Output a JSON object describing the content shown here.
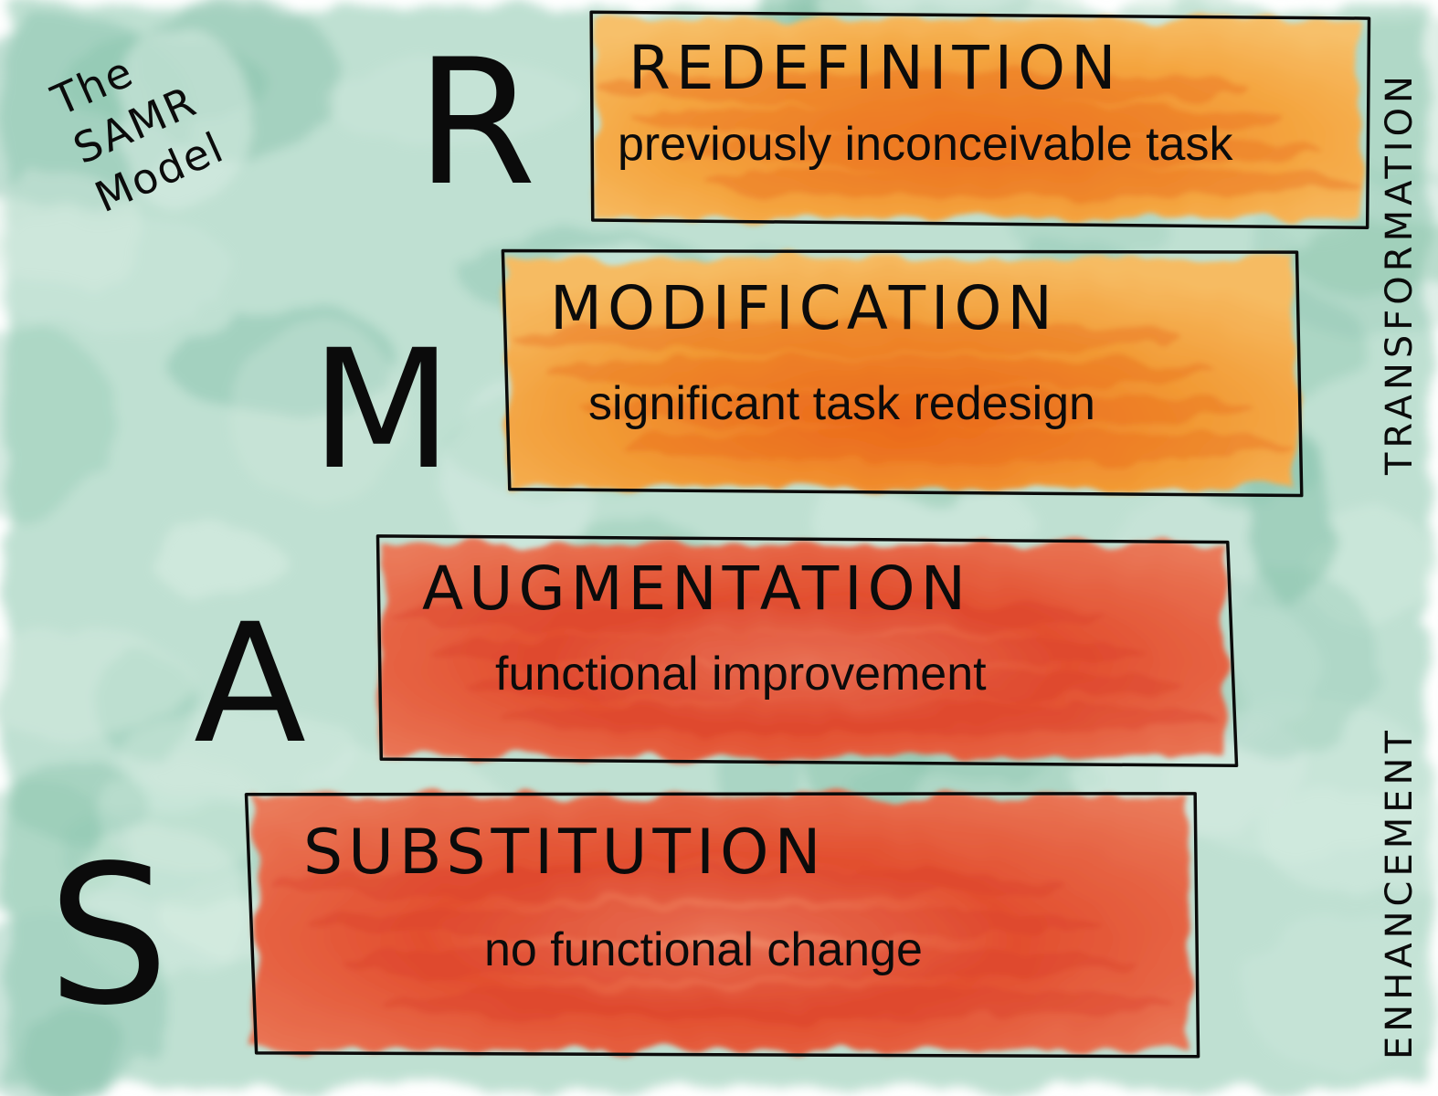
{
  "title_lines": [
    "The",
    "SAMR",
    "Model"
  ],
  "levels": [
    {
      "letter": "R",
      "title": "REDEFINITION",
      "subtitle": "previously inconceivable task",
      "fill": "#f39a2e"
    },
    {
      "letter": "M",
      "title": "MODIFICATION",
      "subtitle": "significant task redesign",
      "fill": "#f29230"
    },
    {
      "letter": "A",
      "title": "AUGMENTATION",
      "subtitle": "functional improvement",
      "fill": "#e8573a"
    },
    {
      "letter": "S",
      "title": "SUBSTITUTION",
      "subtitle": "no functional change",
      "fill": "#e65a3c"
    }
  ],
  "side_labels": {
    "upper": "TRANSFORMATION",
    "lower": "ENHANCEMENT"
  },
  "colors": {
    "background_wash": "#a9d6c3",
    "background_wash_dark": "#8cc5ae",
    "ink": "#0b0b0b"
  }
}
